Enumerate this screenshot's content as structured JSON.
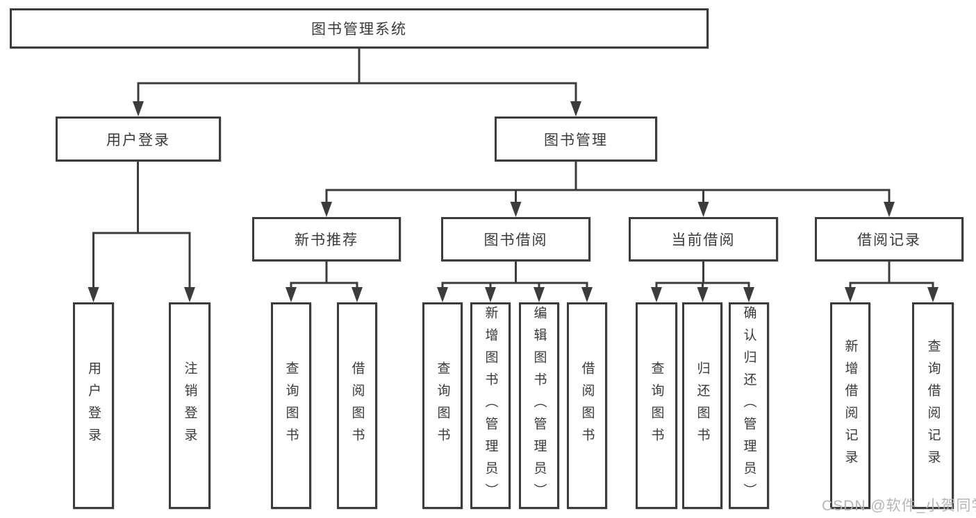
{
  "tree": {
    "label": "图书管理系统",
    "children": [
      {
        "label": "用户登录",
        "children": [
          {
            "label": "用户登录"
          },
          {
            "label": "注销登录"
          }
        ]
      },
      {
        "label": "图书管理",
        "children": [
          {
            "label": "新书推荐",
            "children": [
              {
                "label": "查询图书"
              },
              {
                "label": "借阅图书"
              }
            ]
          },
          {
            "label": "图书借阅",
            "children": [
              {
                "label": "查询图书"
              },
              {
                "label": "新增图书（管理员）"
              },
              {
                "label": "编辑图书（管理员）"
              },
              {
                "label": "借阅图书"
              }
            ]
          },
          {
            "label": "当前借阅",
            "children": [
              {
                "label": "查询图书"
              },
              {
                "label": "归还图书"
              },
              {
                "label": "确认归还（管理员）"
              }
            ]
          },
          {
            "label": "借阅记录",
            "children": [
              {
                "label": "新增借阅记录"
              },
              {
                "label": "查询借阅记录"
              }
            ]
          }
        ]
      }
    ]
  },
  "watermark": {
    "text": "CSDN @软件_小贺同学"
  },
  "colors": {
    "line": "#3c3c3c",
    "text": "#3a3a3a",
    "watermark": "#b2b2b6",
    "background": "#ffffff"
  }
}
